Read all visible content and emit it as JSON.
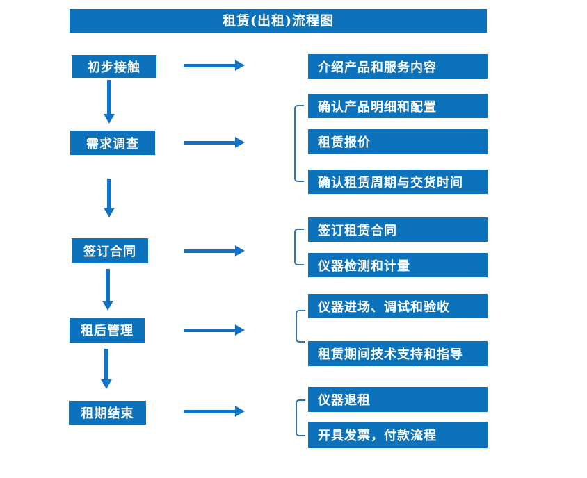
{
  "title": "租赁(出租)流程图",
  "colors": {
    "primary_blue": "#0C72BC",
    "arrow_blue": "#1273C4",
    "bracket_blue": "#2E75B6",
    "text_white": "#FFFFFF",
    "background": "#FFFFFF"
  },
  "steps": [
    {
      "label": "初步接触",
      "details": [
        "介绍产品和服务内容"
      ]
    },
    {
      "label": "需求调查",
      "details": [
        "确认产品明细和配置",
        "租赁报价",
        "确认租赁周期与交货时间"
      ]
    },
    {
      "label": "签订合同",
      "details": [
        "签订租赁合同",
        "仪器检测和计量"
      ]
    },
    {
      "label": "租后管理",
      "details": [
        "仪器进场、调试和验收",
        "租赁期间技术支持和指导"
      ]
    },
    {
      "label": "租期结束",
      "details": [
        "仪器退租",
        "开具发票，付款流程"
      ]
    }
  ]
}
